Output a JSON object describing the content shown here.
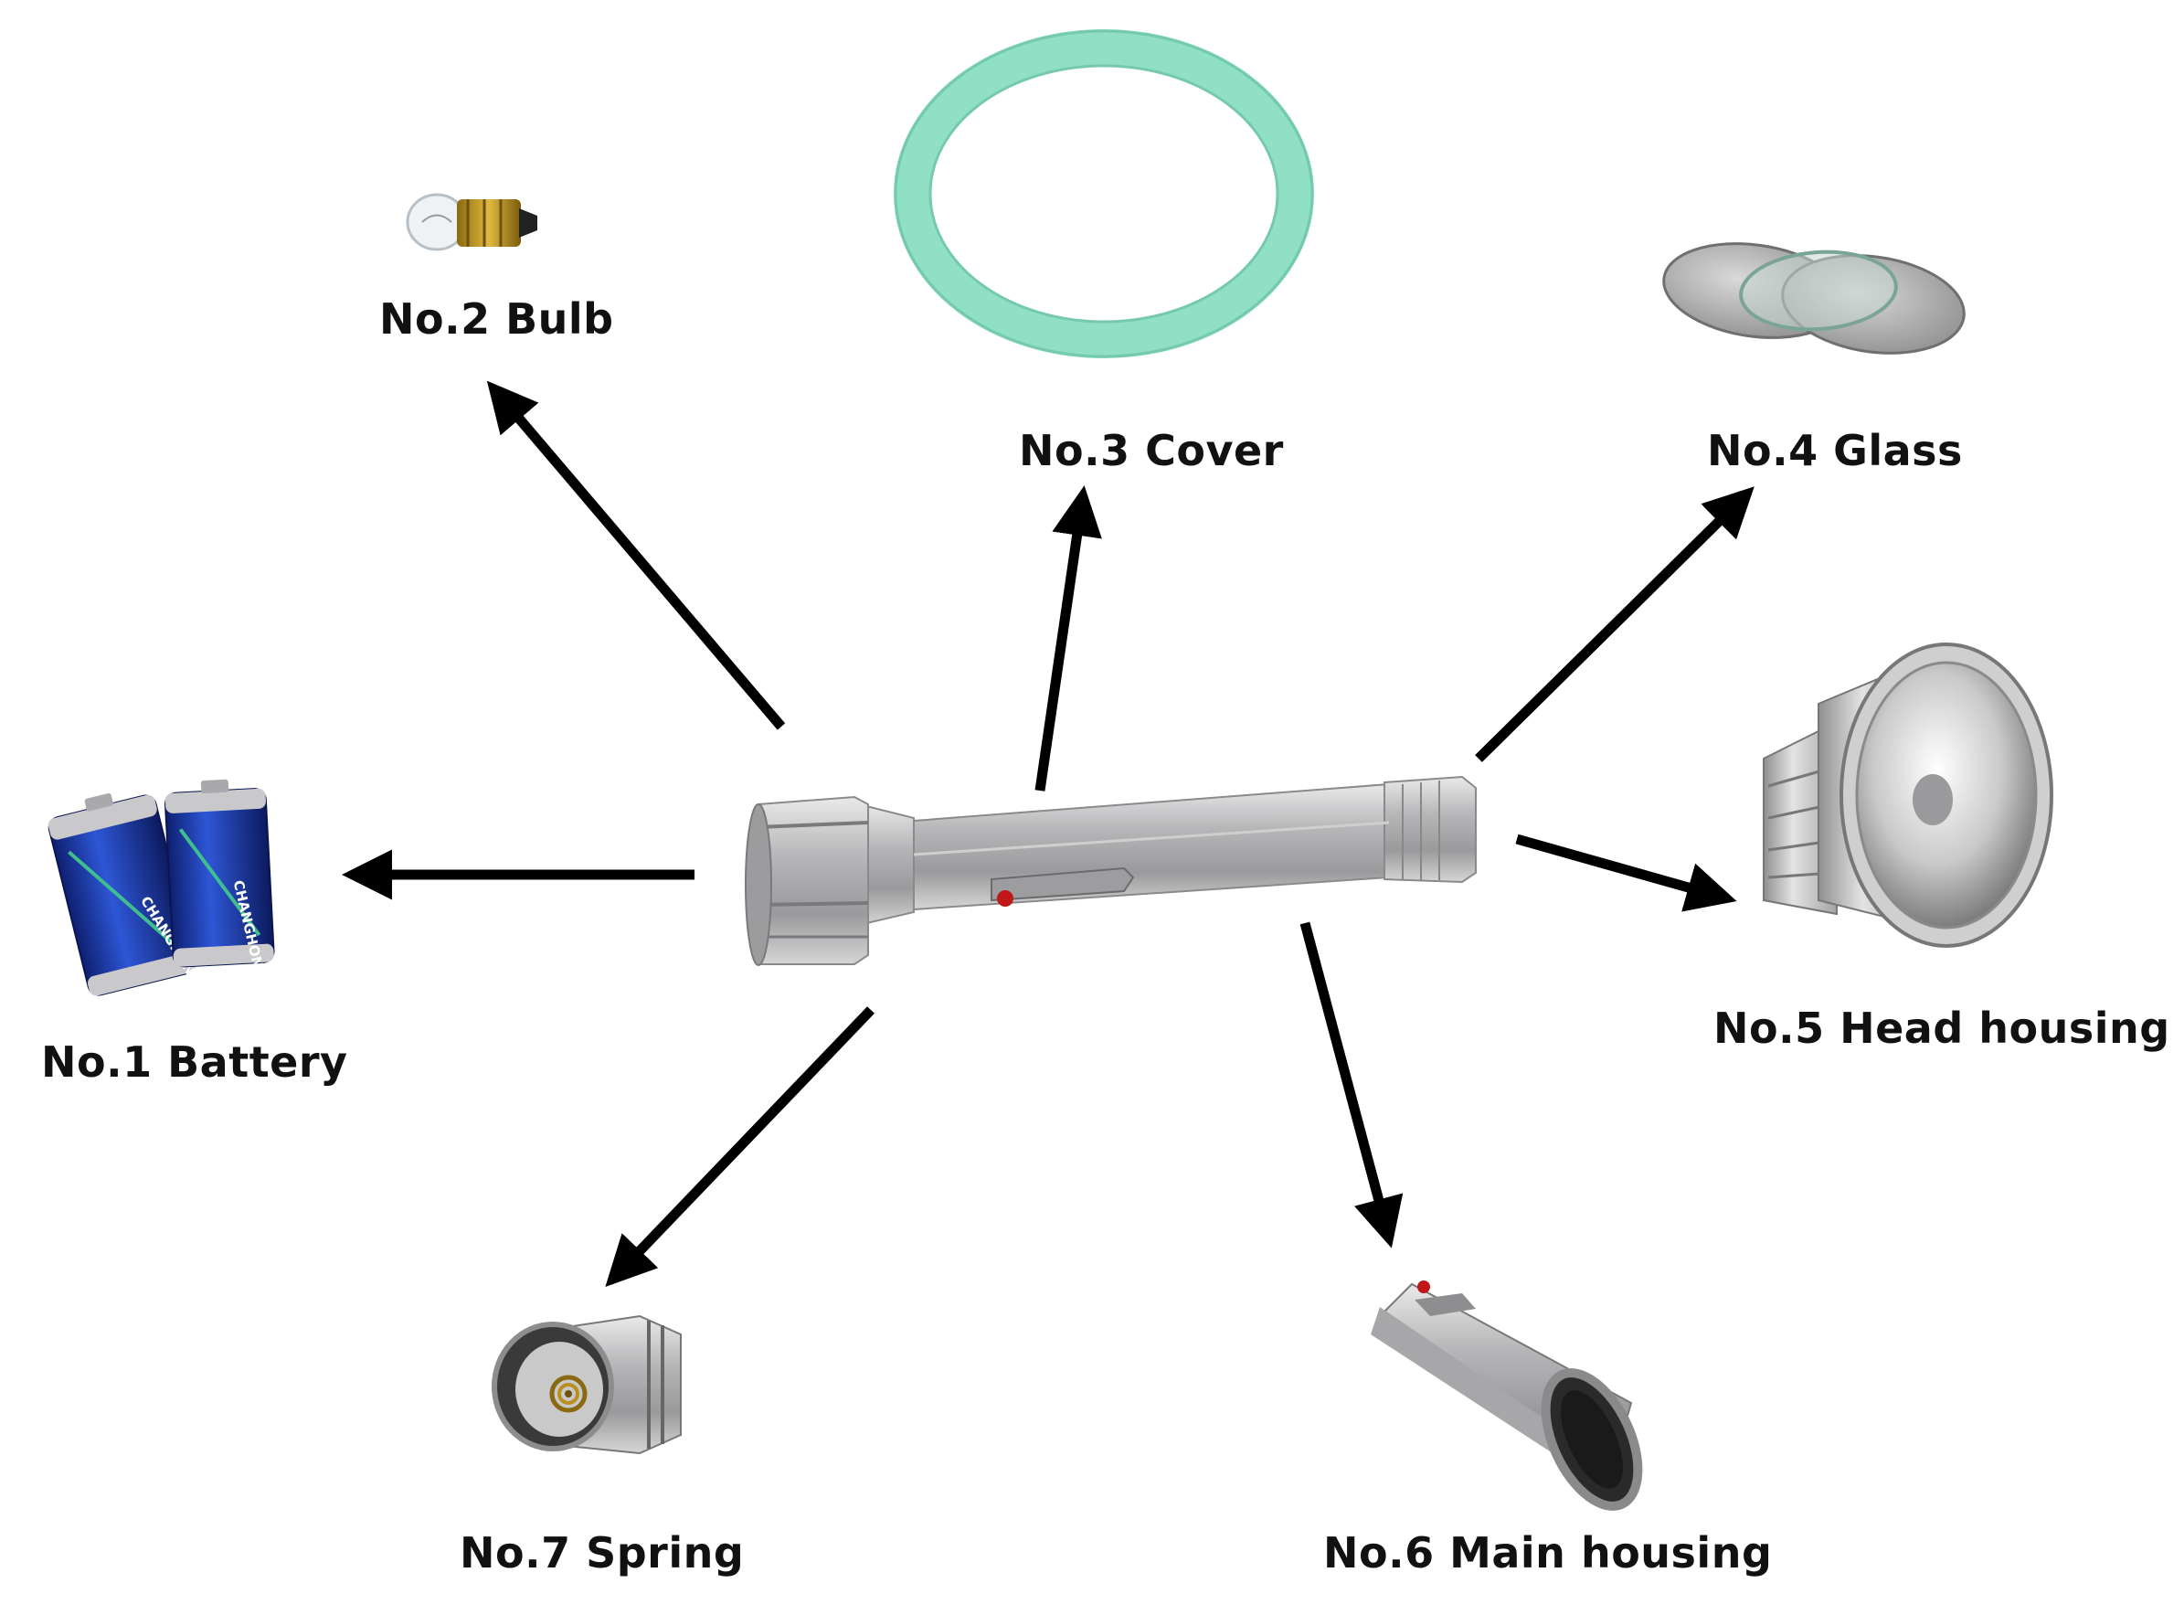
{
  "diagram": {
    "center_item": "flashlight",
    "parts": [
      {
        "id": "battery",
        "label": "No.1 Battery",
        "icon": "battery-icon"
      },
      {
        "id": "bulb",
        "label": "No.2 Bulb",
        "icon": "bulb-icon"
      },
      {
        "id": "cover",
        "label": "No.3 Cover",
        "icon": "cover-ring-icon"
      },
      {
        "id": "glass",
        "label": "No.4 Glass",
        "icon": "glass-disc-icon"
      },
      {
        "id": "head",
        "label": "No.5 Head housing",
        "icon": "head-housing-icon"
      },
      {
        "id": "main",
        "label": "No.6 Main housing",
        "icon": "main-housing-icon"
      },
      {
        "id": "spring",
        "label": "No.7 Spring",
        "icon": "spring-cap-icon"
      }
    ],
    "battery_brand": "CHANGHONG",
    "colors": {
      "arrow": "#000000",
      "ring": "#8fe0c4",
      "metal": "#b9b9bb",
      "battery": "#1f3fae"
    }
  }
}
